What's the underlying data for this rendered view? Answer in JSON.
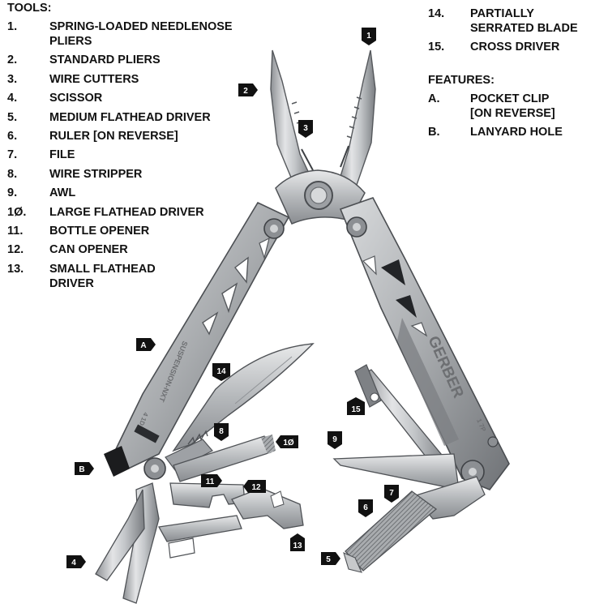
{
  "tools_header": "TOOLS:",
  "tools": [
    {
      "num": "1.",
      "label": "SPRING-LOADED NEEDLENOSE PLIERS"
    },
    {
      "num": "2.",
      "label": "STANDARD PLIERS"
    },
    {
      "num": "3.",
      "label": "WIRE CUTTERS"
    },
    {
      "num": "4.",
      "label": "SCISSOR"
    },
    {
      "num": "5.",
      "label": "MEDIUM FLATHEAD DRIVER"
    },
    {
      "num": "6.",
      "label": "RULER [ON REVERSE]"
    },
    {
      "num": "7.",
      "label": "FILE"
    },
    {
      "num": "8.",
      "label": "WIRE STRIPPER"
    },
    {
      "num": "9.",
      "label": "AWL"
    },
    {
      "num": "1Ø.",
      "label": "LARGE FLATHEAD DRIVER"
    },
    {
      "num": "11.",
      "label": "BOTTLE OPENER"
    },
    {
      "num": "12.",
      "label": "CAN OPENER"
    },
    {
      "num": "13.",
      "label": "SMALL FLATHEAD DRIVER"
    },
    {
      "num": "14.",
      "label": "PARTIALLY SERRATED BLADE"
    },
    {
      "num": "15.",
      "label": "CROSS DRIVER"
    }
  ],
  "features_header": "FEATURES:",
  "features": [
    {
      "num": "A.",
      "label": "POCKET CLIP [ON REVERSE]"
    },
    {
      "num": "B.",
      "label": "LANYARD HOLE"
    }
  ],
  "callouts": [
    "1",
    "2",
    "3",
    "4",
    "5",
    "6",
    "7",
    "8",
    "9",
    "1Ø",
    "11",
    "12",
    "13",
    "14",
    "15",
    "A",
    "B"
  ],
  "engravings": {
    "brand": "GERBER",
    "model": "SUSPENSION-NXT",
    "handle_marks": "4 1D",
    "stamp": "1 7P"
  },
  "colors": {
    "steel": "#b9bcbf",
    "steel_dark": "#7d8084",
    "steel_light": "#e4e5e7",
    "tag": "#111111",
    "text": "#111111"
  }
}
